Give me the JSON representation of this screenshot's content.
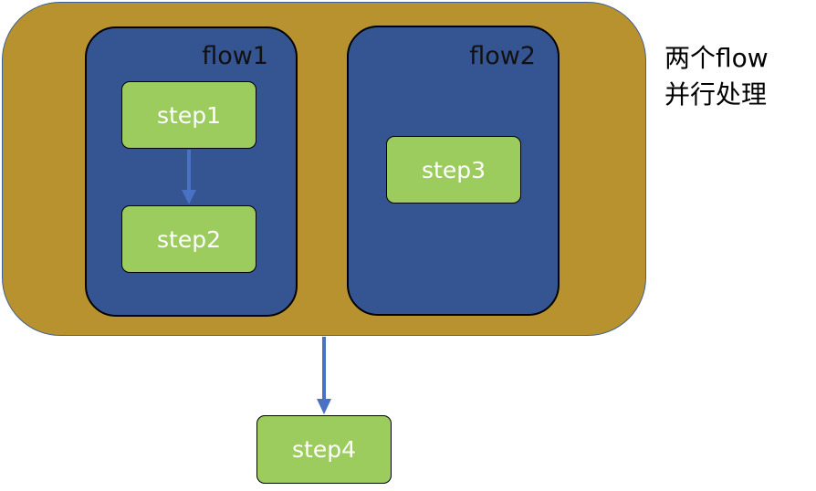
{
  "diagram": {
    "flows": [
      {
        "title": "flow1",
        "steps": [
          "step1",
          "step2"
        ]
      },
      {
        "title": "flow2",
        "steps": [
          "step3"
        ]
      }
    ],
    "after_step": "step4",
    "note_lines": [
      "两个flow",
      "并行处理"
    ],
    "colors": {
      "container": "#b8922f",
      "flow_box": "#355592",
      "step_box": "#9ccb5e",
      "arrow": "#4a72c4"
    }
  }
}
